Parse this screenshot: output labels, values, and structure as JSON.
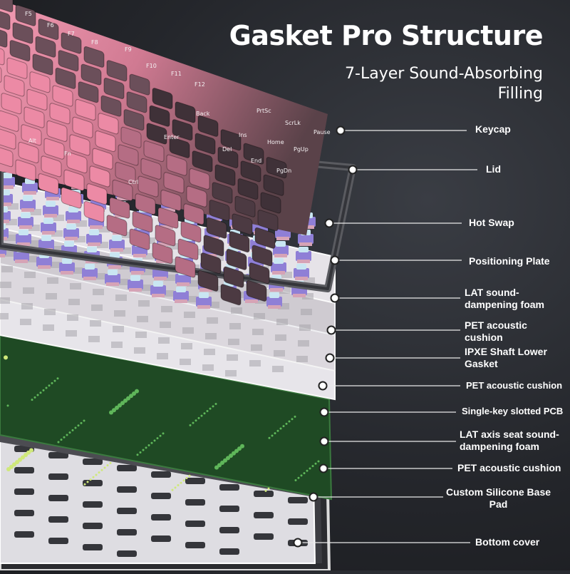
{
  "title": "Gasket Pro Structure",
  "subtitle": "7-Layer Sound-Absorbing Filling",
  "layers": [
    {
      "label": "Keycap"
    },
    {
      "label": "Lid"
    },
    {
      "label": "Hot Swap"
    },
    {
      "label": "Positioning Plate"
    },
    {
      "label": "LAT sound-dampening foam"
    },
    {
      "label": "PET acoustic cushion"
    },
    {
      "label": "IPXE Shaft Lower Gasket"
    },
    {
      "label": "PET acoustic cushion"
    },
    {
      "label": "Single-key slotted PCB"
    },
    {
      "label": "LAT axis seat sound-dampening foam"
    },
    {
      "label": "PET acoustic cushion"
    },
    {
      "label": "Custom Silicone Base Pad"
    },
    {
      "label": "Bottom cover"
    }
  ],
  "keycaps": [
    "F5",
    "F6",
    "F7",
    "F8",
    "F9",
    "F10",
    "F11",
    "F12",
    "PrtSc",
    "ScrLk",
    "Pause",
    "Ins",
    "Home",
    "PgUp",
    "Back",
    "Del",
    "End",
    "PgDn",
    "Alt",
    "Fn",
    "Ctrl",
    "Enter"
  ],
  "colors": {
    "background": "#24262b",
    "keycap_pink": "#e87c99",
    "keycap_dark": "#4a3b42",
    "switch_purple": "#8f7fd6",
    "plate_white": "#e4e1e6",
    "pcb_green": "#1f4a24"
  }
}
